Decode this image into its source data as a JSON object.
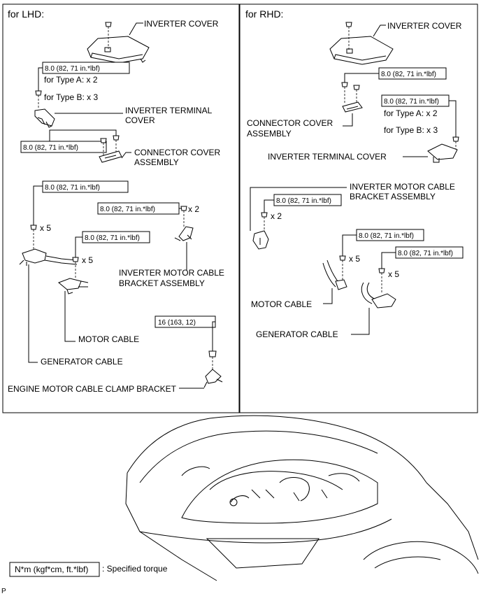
{
  "panels": {
    "lhd": {
      "header": "for LHD:",
      "inverter_cover": "INVERTER COVER",
      "cover_torque": "8.0 (82, 71 in.*lbf)",
      "type_a": "for Type A: x 2",
      "type_b": "for Type B: x 3",
      "inverter_terminal_cover_1": "INVERTER TERMINAL",
      "inverter_terminal_cover_2": "COVER",
      "connector_torque": "8.0 (82, 71 in.*lbf)",
      "connector_cover_1": "CONNECTOR COVER",
      "connector_cover_2": "ASSEMBLY",
      "generator_torque": "8.0 (82, 71 in.*lbf)",
      "generator_qty": "x 5",
      "bracket_torque": "8.0 (82, 71 in.*lbf)",
      "bracket_qty": "x 2",
      "motor_torque": "8.0 (82, 71 in.*lbf)",
      "motor_qty": "x 5",
      "bracket_label_1": "INVERTER MOTOR CABLE",
      "bracket_label_2": "BRACKET ASSEMBLY",
      "clamp_torque": "16 (163, 12)",
      "motor_cable": "MOTOR CABLE",
      "generator_cable": "GENERATOR CABLE",
      "clamp_bracket": "ENGINE MOTOR CABLE CLAMP BRACKET"
    },
    "rhd": {
      "header": "for RHD:",
      "inverter_cover": "INVERTER COVER",
      "connector_torque": "8.0 (82, 71 in.*lbf)",
      "terminal_torque": "8.0 (82, 71 in.*lbf)",
      "type_a": "for Type A: x 2",
      "type_b": "for Type B: x 3",
      "connector_cover_1": "CONNECTOR COVER",
      "connector_cover_2": "ASSEMBLY",
      "inverter_terminal_cover": "INVERTER TERMINAL COVER",
      "bracket_label_1": "INVERTER MOTOR CABLE",
      "bracket_label_2": "BRACKET ASSEMBLY",
      "bracket_torque": "8.0 (82, 71 in.*lbf)",
      "bracket_qty": "x 2",
      "motor_torque": "8.0 (82, 71 in.*lbf)",
      "motor_qty": "x 5",
      "generator_torque": "8.0 (82, 71 in.*lbf)",
      "generator_qty": "x 5",
      "motor_cable": "MOTOR CABLE",
      "generator_cable": "GENERATOR CABLE"
    }
  },
  "legend": {
    "unit": "N*m (kgf*cm, ft.*lbf)",
    "text": ": Specified torque"
  },
  "footer_mark": "P"
}
